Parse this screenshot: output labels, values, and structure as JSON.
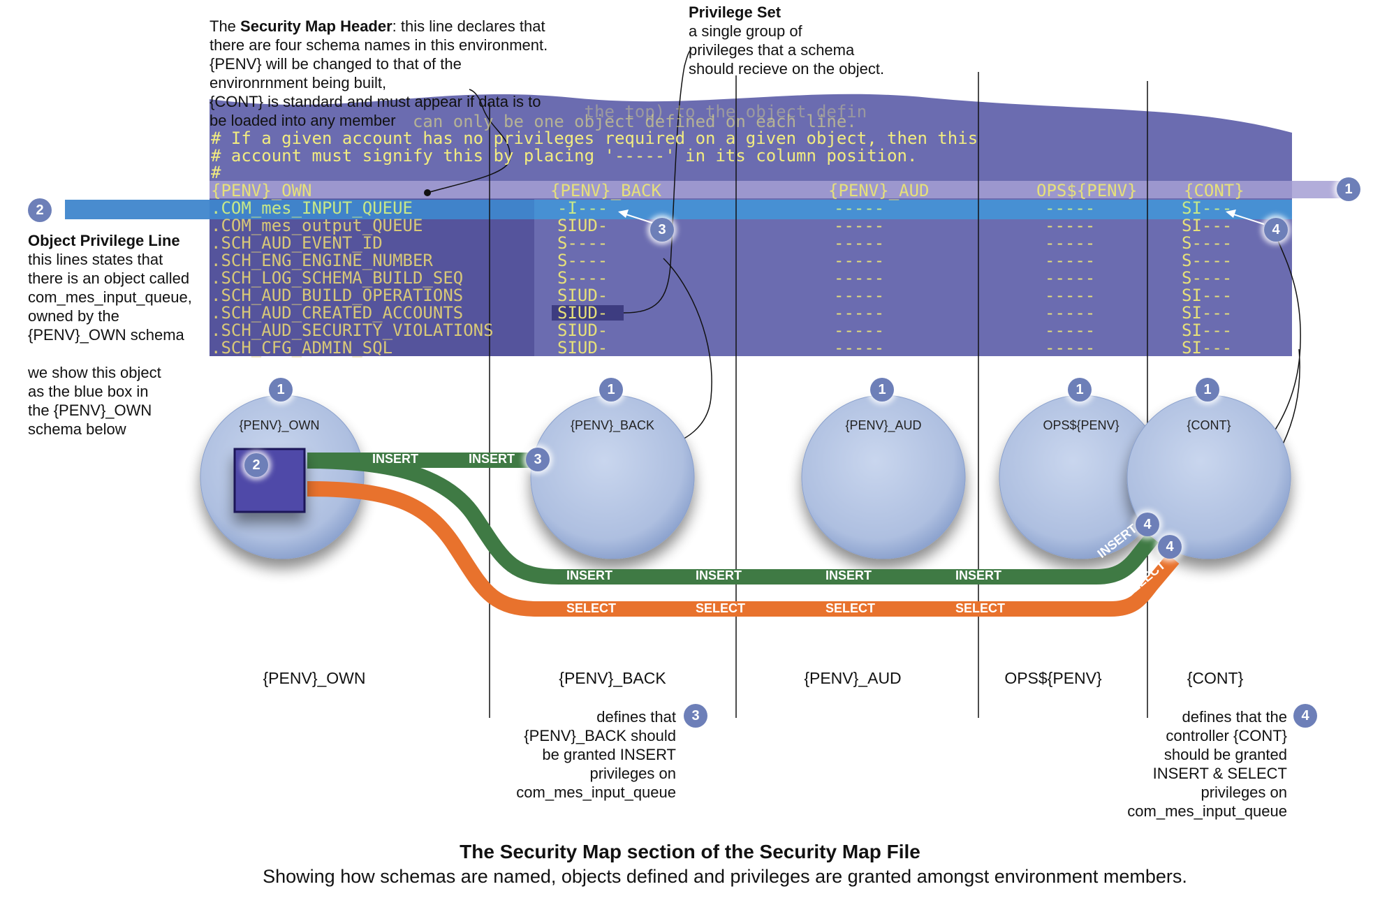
{
  "annotations": {
    "header": {
      "line1_prefix": "The ",
      "line1_bold": "Security Map Header",
      "line1_suffix": ": this line declares that",
      "line2": "there are four schema names in this environment.",
      "line3": "{PENV} will be changed to that of the",
      "line4": "environrnment being built,",
      "line5": "{CONT} is standard and must appear if data is to",
      "line6": "be loaded into any member"
    },
    "privilege_set": {
      "title": "Privilege Set",
      "line1": "a single group of",
      "line2": "privileges that a schema",
      "line3": "should recieve on the object."
    },
    "object_line": {
      "title": "Object Privilege Line",
      "line1": "this lines states that",
      "line2": "there is an object called",
      "line3": "com_mes_input_queue,",
      "line4": "owned by the",
      "line5": "{PENV}_OWN schema",
      "line6": "we show this object",
      "line7": "as the blue box in",
      "line8": "the {PENV}_OWN",
      "line9": "schema below"
    },
    "defines3": {
      "line1": "defines that",
      "line2": "{PENV}_BACK should",
      "line3": "be granted INSERT",
      "line4": "privileges on",
      "line5": "com_mes_input_queue"
    },
    "defines4": {
      "line1": "defines that the",
      "line2": "controller {CONT}",
      "line3": "should be granted",
      "line4": "INSERT & SELECT",
      "line5": "privileges on",
      "line6": "com_mes_input_queue"
    }
  },
  "callouts": {
    "one": "1",
    "two": "2",
    "three": "3",
    "four": "4"
  },
  "code_panel": {
    "comments": [
      "                                     the top) to the object defin",
      "                    can only be one object defined on each line.",
      "# If a given account has no privileges required on a given object, then this",
      "# account must signify this by placing '-----' in its column position.",
      "#"
    ],
    "header": [
      "{PENV}_OWN",
      "{PENV}_BACK",
      "{PENV}_AUD",
      "OPS${PENV}",
      "{CONT}"
    ],
    "rows": [
      {
        "object": ".COM_mes_INPUT_QUEUE",
        "back": "-I---",
        "aud": "-----",
        "ops": "-----",
        "cont": "SI---"
      },
      {
        "object": ".COM_mes_output_QUEUE",
        "back": "SIUD-",
        "aud": "-----",
        "ops": "-----",
        "cont": "SI---"
      },
      {
        "object": ".SCH_AUD_EVENT_ID",
        "back": "S----",
        "aud": "-----",
        "ops": "-----",
        "cont": "S----"
      },
      {
        "object": ".SCH_ENG_ENGINE_NUMBER",
        "back": "S----",
        "aud": "-----",
        "ops": "-----",
        "cont": "S----"
      },
      {
        "object": ".SCH_LOG_SCHEMA_BUILD_SEQ",
        "back": "S----",
        "aud": "-----",
        "ops": "-----",
        "cont": "S----"
      },
      {
        "object": ".SCH_AUD_BUILD_OPERATIONS",
        "back": "SIUD-",
        "aud": "-----",
        "ops": "-----",
        "cont": "SI---"
      },
      {
        "object": ".SCH_AUD_CREATED_ACCOUNTS",
        "back": "SIUD-",
        "aud": "-----",
        "ops": "-----",
        "cont": "SI---"
      },
      {
        "object": ".SCH_AUD_SECURITY_VIOLATIONS",
        "back": "SIUD-",
        "aud": "-----",
        "ops": "-----",
        "cont": "SI---"
      },
      {
        "object": ".SCH_CFG_ADMIN_SQL",
        "back": "SIUD-",
        "aud": "-----",
        "ops": "-----",
        "cont": "SI---"
      }
    ]
  },
  "schemas": [
    "{PENV}_OWN",
    "{PENV}_BACK",
    "{PENV}_AUD",
    "OPS${PENV}",
    "{CONT}"
  ],
  "pipes": {
    "insert": "INSERT",
    "select": "SELECT"
  },
  "colors": {
    "panel": "#6b6cb0",
    "panel_dark": "#55549c",
    "row_highlight": "#4a8fd0",
    "insert_pipe": "#3f7a44",
    "select_pipe": "#e8722d",
    "callout": "#6d7fb8",
    "circle": "#b4c6e4"
  },
  "caption": {
    "title": "The Security Map section of the Security Map File",
    "subtitle": "Showing how schemas are named, objects defined and privileges are granted amongst environment members."
  }
}
